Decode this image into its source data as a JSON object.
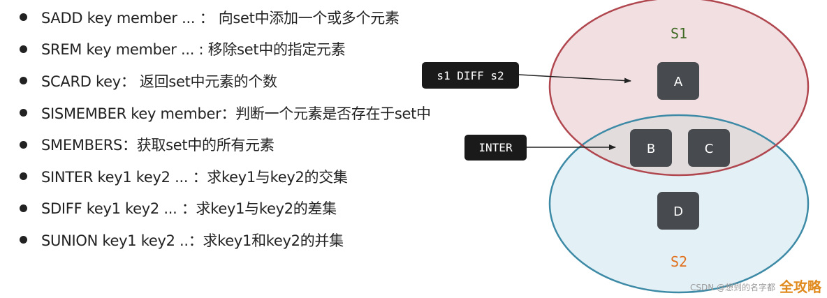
{
  "commands": [
    "SADD key member ... ： 向set中添加一个或多个元素",
    "SREM key member ... : 移除set中的指定元素",
    "SCARD key： 返回set中元素的个数",
    "SISMEMBER key member：判断一个元素是否存在于set中",
    "SMEMBERS：获取set中的所有元素",
    "SINTER key1 key2 ... ：求key1与key2的交集",
    "SDIFF key1 key2 ... ：求key1与key2的差集",
    "SUNION key1 key2 ..：求key1和key2的并集"
  ],
  "diagram": {
    "set1": {
      "label": "S1",
      "fill": "#f2dfe2",
      "stroke": "#b0464e",
      "label_color": "#3f6a23"
    },
    "set2": {
      "label": "S2",
      "fill": "#e3f0f6",
      "stroke": "#3d8aa6",
      "label_color": "#e0701c"
    },
    "overlap_fill": "#e3dcdd",
    "elements": {
      "a": "A",
      "b": "B",
      "c": "C",
      "d": "D"
    },
    "element_fill": "#474b4f",
    "callouts": {
      "diff": "s1 DIFF s2",
      "inter": "INTER"
    },
    "callout_fill": "#1a1a1a"
  },
  "watermark": {
    "text": "CSDN @想到的名字都",
    "brand": "全攻略"
  }
}
